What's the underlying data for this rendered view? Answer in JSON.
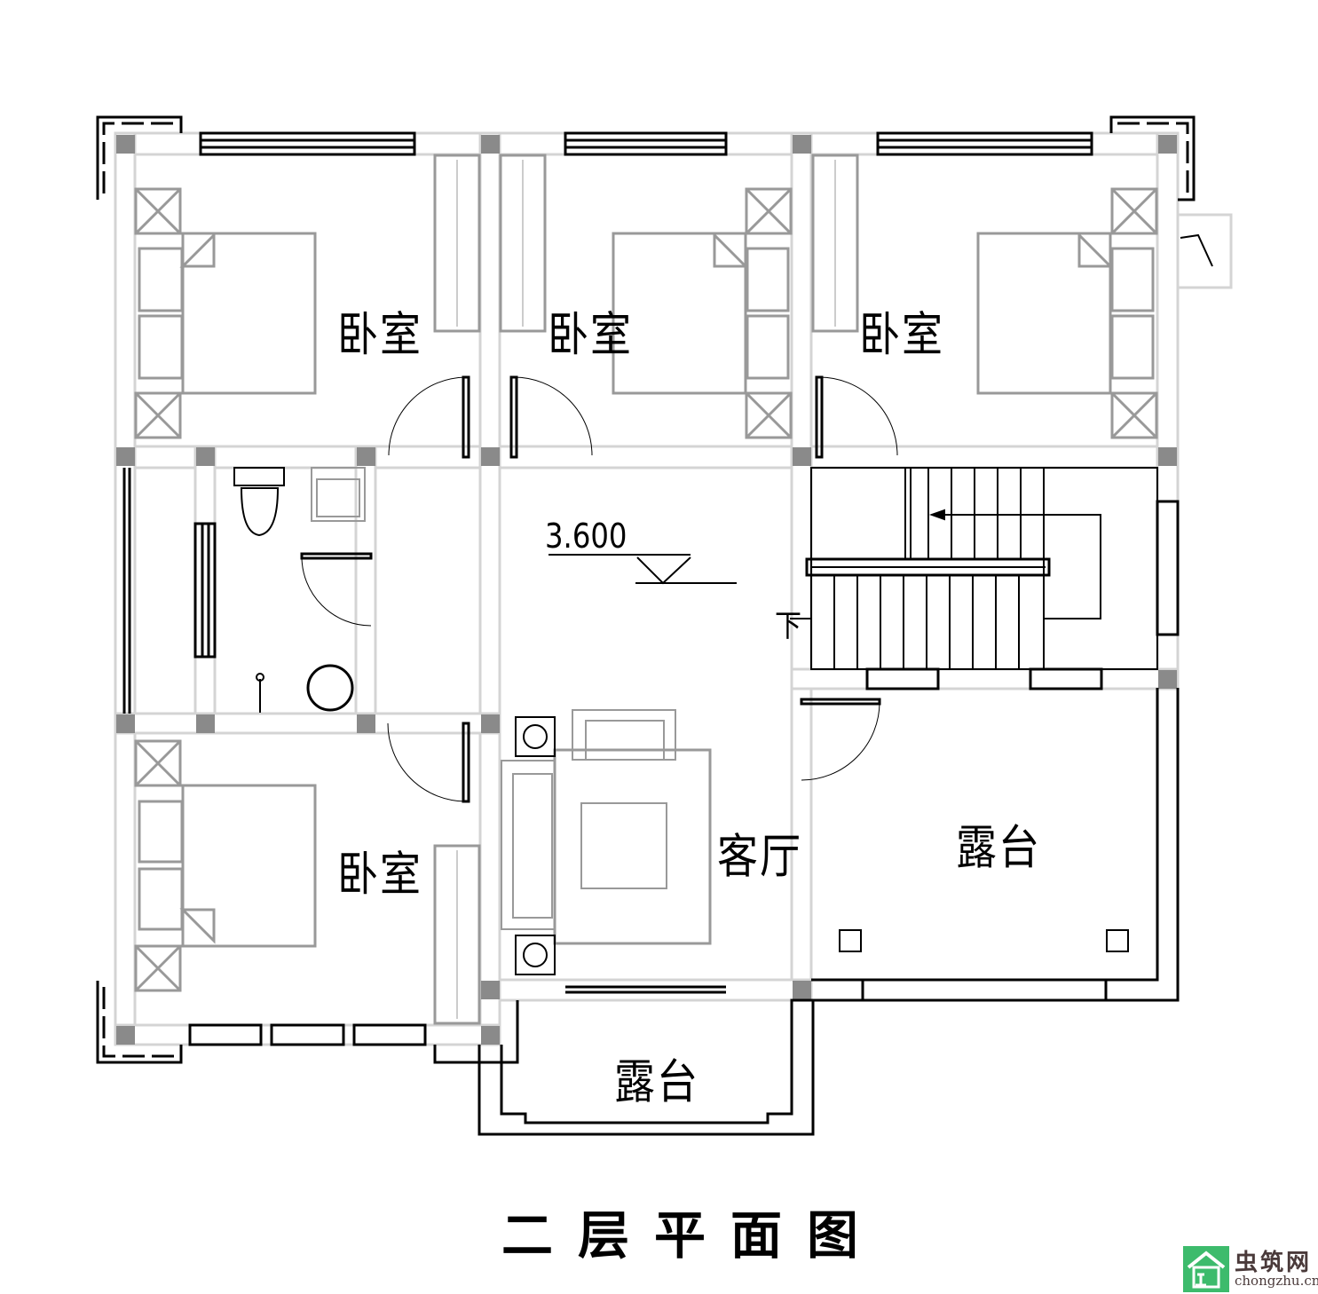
{
  "rooms": {
    "bedroom_1": "卧室",
    "bedroom_2": "卧室",
    "bedroom_3": "卧室",
    "bedroom_4": "卧室",
    "living_room": "客厅",
    "terrace_east": "露台",
    "terrace_south": "露台"
  },
  "elevation": "3.600",
  "stair_direction": "下",
  "title": "二层平面图",
  "watermark": {
    "name": "虫筑网",
    "url": "chongzhu.cn",
    "color": "#3dbb6c"
  },
  "colors": {
    "wall": "#d4d4d4",
    "column": "#8a8a8a",
    "furniture": "#999999",
    "line": "#000000"
  }
}
